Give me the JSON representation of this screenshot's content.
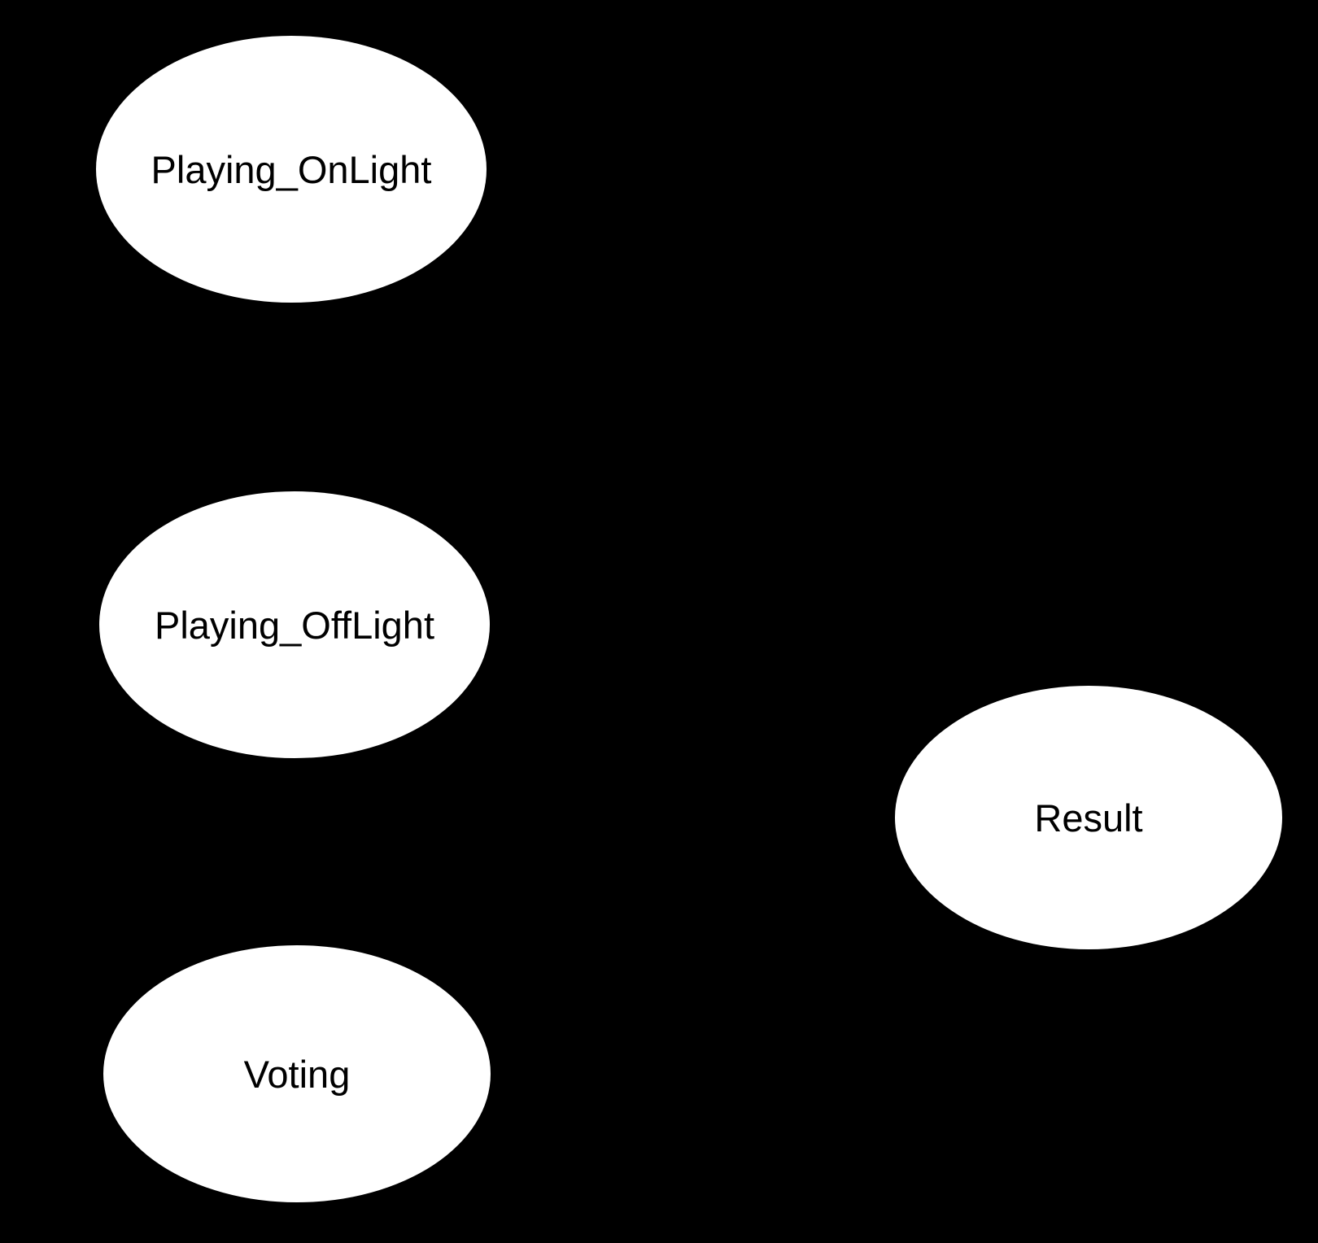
{
  "diagram": {
    "type": "state-graph",
    "background_color": "#000000",
    "node_fill_color": "#ffffff",
    "node_text_color": "#000000",
    "nodes": [
      {
        "id": "Playing_OnLight",
        "label": "Playing_OnLight",
        "shape": "ellipse"
      },
      {
        "id": "Playing_OffLight",
        "label": "Playing_OffLight",
        "shape": "ellipse"
      },
      {
        "id": "Voting",
        "label": "Voting",
        "shape": "ellipse"
      },
      {
        "id": "Result",
        "label": "Result",
        "shape": "ellipse"
      }
    ]
  }
}
